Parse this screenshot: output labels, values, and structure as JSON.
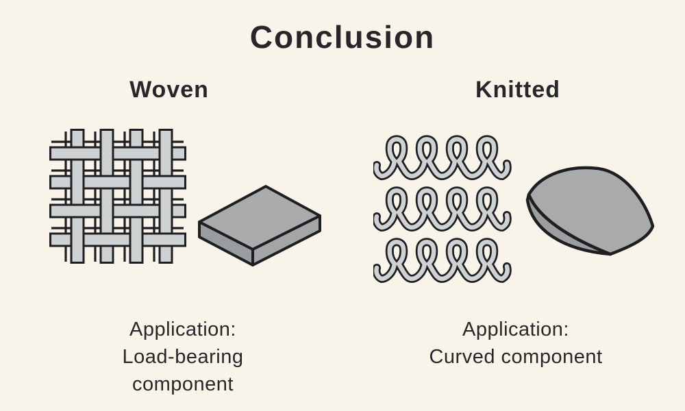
{
  "title": "Conclusion",
  "columns": [
    {
      "heading": "Woven",
      "illustration": "woven-fabric-pattern",
      "shape": "flat-plate",
      "caption_lines": [
        "Application:",
        "Load-bearing",
        "component"
      ]
    },
    {
      "heading": "Knitted",
      "illustration": "knitted-loop-pattern",
      "shape": "curved-shell",
      "caption_lines": [
        "Application:",
        "Curved component"
      ]
    }
  ],
  "colors": {
    "background": "#f8f4e9",
    "text": "#26262b",
    "outline": "#1f1f23",
    "fabric_fill": "#ced2d3",
    "plate_top": "#a9abad",
    "plate_left": "#9a9da0",
    "plate_right": "#a3a5a7",
    "shell_top": "#a9abab",
    "shell_edge": "#9c9ea0"
  }
}
